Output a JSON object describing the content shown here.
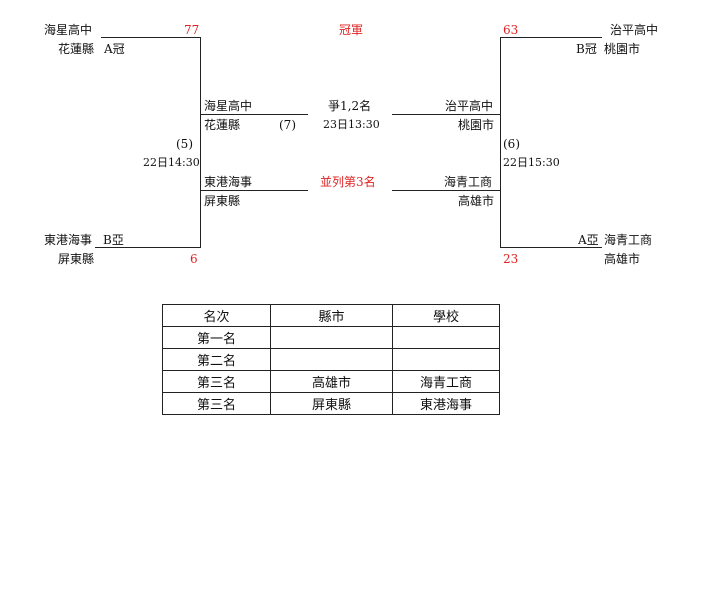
{
  "bracket": {
    "left_top": {
      "school": "海星高中",
      "county": "花蓮縣",
      "seed": "A冠",
      "score": "77"
    },
    "left_bottom": {
      "school": "東港海事",
      "seed": "B亞",
      "county": "屏東縣",
      "score": "6"
    },
    "left_match": {
      "number": "(5)",
      "time": "22日14:30"
    },
    "left_final_upper": {
      "school": "海星高中",
      "county": "花蓮縣",
      "match": "(7)"
    },
    "left_final_lower": {
      "school": "東港海事",
      "county": "屏東縣"
    },
    "center": {
      "champion_label": "冠軍",
      "final_label": "爭1,2名",
      "final_time": "23日13:30",
      "third_label": "並列第3名"
    },
    "right_top": {
      "school": "治平高中",
      "seed": "B冠",
      "county": "桃園市",
      "score": "63"
    },
    "right_bottom": {
      "seed": "A亞",
      "school": "海青工商",
      "county": "高雄市",
      "score": "23"
    },
    "right_match": {
      "number": "(6)",
      "time": "22日15:30"
    },
    "right_final_upper": {
      "school": "治平高中",
      "county": "桃園市"
    },
    "right_final_lower": {
      "school": "海青工商",
      "county": "高雄市"
    }
  },
  "ranking_table": {
    "headers": [
      "名次",
      "縣市",
      "學校"
    ],
    "rows": [
      [
        "第一名",
        "",
        ""
      ],
      [
        "第二名",
        "",
        ""
      ],
      [
        "第三名",
        "高雄市",
        "海青工商"
      ],
      [
        "第三名",
        "屏東縣",
        "東港海事"
      ]
    ]
  },
  "colors": {
    "score_red": "#e02424",
    "line": "#222222"
  }
}
